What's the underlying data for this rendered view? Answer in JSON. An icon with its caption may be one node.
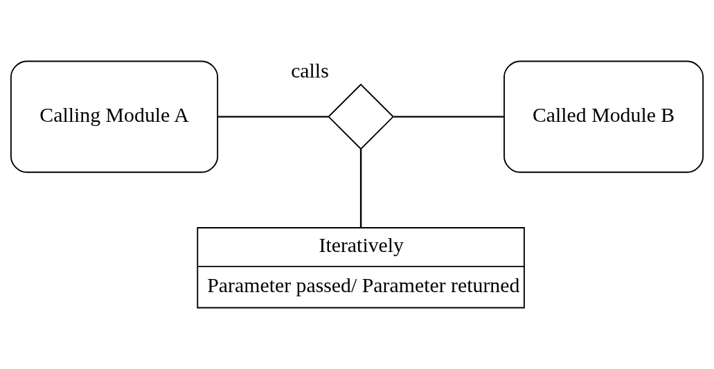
{
  "diagram": {
    "nodes": [
      {
        "text": [
          "Calling Module A"
        ]
      },
      {
        "text": [],
        "shape": "diamond",
        "beside": [
          "calls"
        ]
      },
      {
        "text": [
          "Called Module B"
        ]
      },
      {
        "text": [
          "Iteratively",
          "Parameter passed/ Parameter returned"
        ]
      }
    ],
    "edges": [
      {
        "from": 0,
        "to": 1,
        "arrow": "none"
      },
      {
        "from": 1,
        "to": 2,
        "arrow": "none"
      },
      {
        "from": 1,
        "to": 3,
        "arrow": "none"
      }
    ]
  }
}
